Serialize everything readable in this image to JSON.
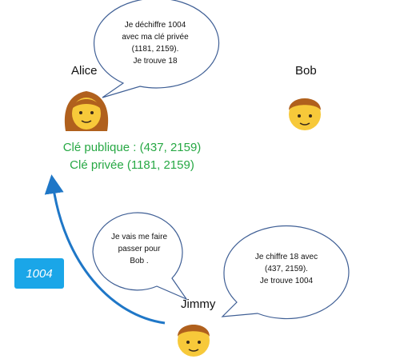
{
  "colors": {
    "key_text": "#27a844",
    "arrow": "#1f77c7",
    "badge_bg": "#1aa6e8",
    "bubble_stroke": "#3f5f95",
    "face": "#f7c93a",
    "hair": "#b0601d"
  },
  "alice": {
    "name": "Alice",
    "icon": "woman-face-icon",
    "public_key": "Clé publique : (437, 2159)",
    "private_key": "Clé privée (1181, 2159)",
    "bubble": [
      "Je déchiffre 1004",
      "avec ma clé privée",
      "(1181, 2159).",
      "Je trouve 18"
    ]
  },
  "bob": {
    "name": "Bob",
    "icon": "man-face-icon"
  },
  "jimmy": {
    "name": "Jimmy",
    "icon": "man-face-icon",
    "thought_bubble": [
      "Je vais me faire",
      "passer pour",
      "Bob ."
    ],
    "speech_bubble": [
      "Je chiffre 18 avec",
      "(437, 2159).",
      "Je trouve 1004"
    ]
  },
  "message": {
    "value": "1004"
  }
}
